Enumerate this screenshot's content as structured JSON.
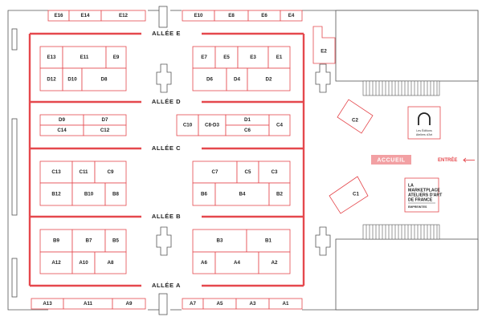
{
  "colors": {
    "accent": "#e5484d",
    "line": "#555555",
    "stand_border": "#e5484d"
  },
  "alleys": {
    "e": "ALLÉE E",
    "d": "ALLÉE D",
    "c": "ALLÉE C",
    "b": "ALLÉE B",
    "a": "ALLÉE A"
  },
  "accueil": "ACCUEIL",
  "entree": "ENTRÉE",
  "logo_editions": {
    "line1": "Les Éditions",
    "line2": "Ateliers d'Art"
  },
  "logo_marketplace": {
    "line1": "LA",
    "line2": "MARKETPLACE",
    "line3": "ATELIERS D'ART",
    "line4": "DE FRANCE",
    "line5": "EMPREINTES"
  },
  "stands": {
    "E16": "E16",
    "E14": "E14",
    "E12": "E12",
    "E10": "E10",
    "E8": "E8",
    "E6": "E6",
    "E4": "E4",
    "E2": "E2",
    "E13": "E13",
    "E11": "E11",
    "E9": "E9",
    "E7": "E7",
    "E5": "E5",
    "E3": "E3",
    "E1": "E1",
    "D12": "D12",
    "D10": "D10",
    "D8": "D8",
    "D6": "D6",
    "D4": "D4",
    "D2": "D2",
    "D9": "D9",
    "D7": "D7",
    "C14": "C14",
    "C12": "C12",
    "C10": "C10",
    "C8D3": "C8-D3",
    "D1": "D1",
    "C6": "C6",
    "C4": "C4",
    "C2": "C2",
    "C1": "C1",
    "C13": "C13",
    "C11": "C11",
    "C9": "C9",
    "B12": "B12",
    "B10": "B10",
    "B8": "B8",
    "C7": "C7",
    "C5": "C5",
    "C3": "C3",
    "B6": "B6",
    "B4": "B4",
    "B2": "B2",
    "B9": "B9",
    "B7": "B7",
    "B5": "B5",
    "A12": "A12",
    "A10": "A10",
    "A8": "A8",
    "B3": "B3",
    "B1": "B1",
    "A6": "A6",
    "A4": "A4",
    "A2": "A2",
    "A13": "A13",
    "A11": "A11",
    "A9": "A9",
    "A7": "A7",
    "A5": "A5",
    "A3": "A3",
    "A1": "A1"
  }
}
